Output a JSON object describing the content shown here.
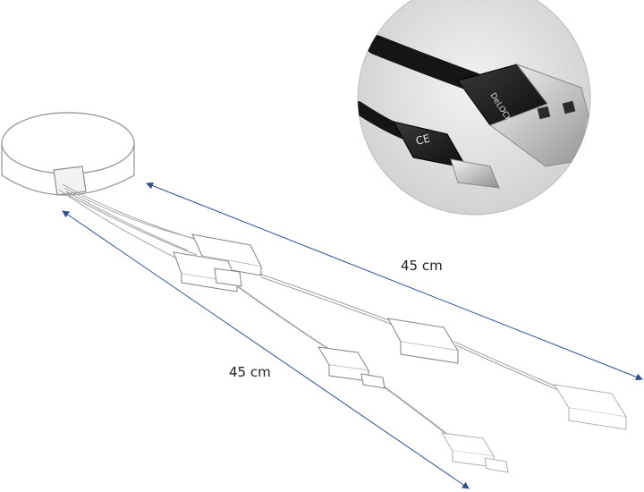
{
  "figure": {
    "dimensions": [
      {
        "id": "upper",
        "label": "45 cm"
      },
      {
        "id": "lower",
        "label": "45 cm"
      }
    ],
    "inset": {
      "brand_text": "DeLOCK",
      "mark_text": "CE"
    },
    "colors": {
      "dimension_arrow": "#2f4f8f",
      "line_art": "#9a9a9a",
      "inset_background": "#e6e6e6",
      "cable_black": "#161616",
      "connector_metal": "#cfcfcf"
    }
  }
}
